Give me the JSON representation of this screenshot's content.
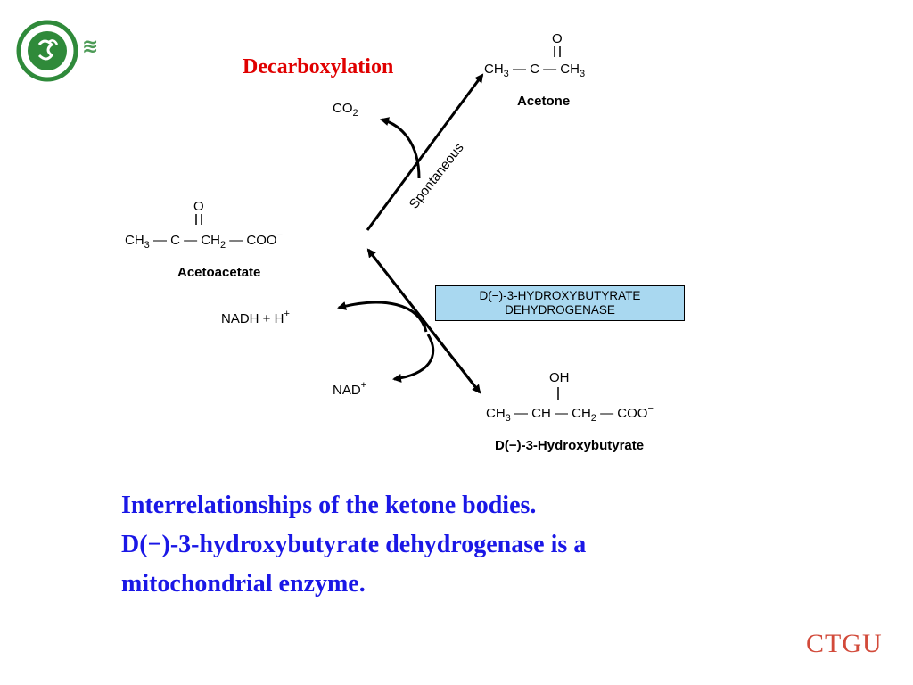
{
  "slide": {
    "annotation": "Decarboxylation",
    "caption_line1": "Interrelationships of the ketone bodies.",
    "caption_line2": "D(−)-3-hydroxybutyrate dehydrogenase is a",
    "caption_line3": "mitochondrial enzyme.",
    "footer_brand": "CTGU",
    "colors": {
      "annotation": "#e00000",
      "caption": "#1a17e6",
      "brand": "#d24a3a",
      "enzyme_box": "#a9d8f0",
      "logo": "#2f8a3a"
    }
  },
  "diagram": {
    "acetone": {
      "name": "Acetone",
      "o": "O"
    },
    "co2": "CO",
    "spontaneous": "Spontaneous",
    "acetoacetate": {
      "name": "Acetoacetate",
      "o": "O"
    },
    "nadh": "NADH + H",
    "nad": "NAD",
    "enzyme_line1": "D(−)-3-HYDROXYBUTYRATE",
    "enzyme_line2": "DEHYDROGENASE",
    "hydroxybutyrate": {
      "name": "D(−)-3-Hydroxybutyrate",
      "oh": "OH"
    }
  }
}
